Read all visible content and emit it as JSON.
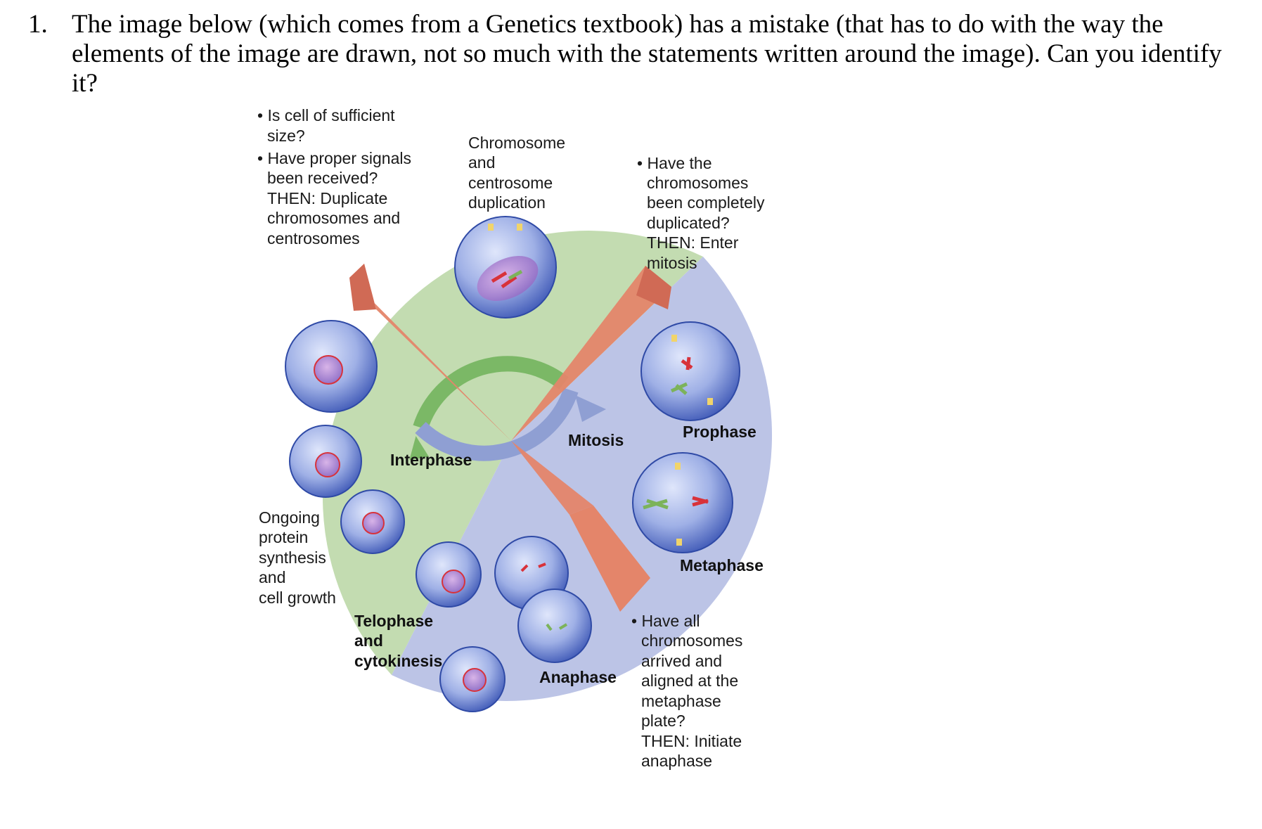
{
  "question": {
    "number": "1.",
    "text": "The image below (which comes from a Genetics textbook) has a mistake (that has to do with the way the elements of the image are drawn, not so much with the statements written around the image). Can you identify it?"
  },
  "figure": {
    "g1_checkpoint": [
      "• Is cell of sufficient",
      "size?",
      "• Have proper signals",
      "been received?",
      "THEN: Duplicate",
      "chromosomes and",
      "centrosomes"
    ],
    "s_phase": [
      "Chromosome",
      "and",
      "centrosome",
      "duplication"
    ],
    "g2_checkpoint": [
      "• Have the",
      "chromosomes",
      "been completely",
      "duplicated?",
      "THEN: Enter",
      "mitosis"
    ],
    "growth": [
      "Ongoing",
      "protein",
      "synthesis",
      "and",
      "cell growth"
    ],
    "metaphase_checkpoint": [
      "• Have all",
      "chromosomes",
      "arrived and",
      "aligned at the",
      "metaphase",
      "plate?",
      "THEN: Initiate",
      "anaphase"
    ],
    "phases": {
      "interphase": "Interphase",
      "mitosis": "Mitosis",
      "prophase": "Prophase",
      "metaphase": "Metaphase",
      "anaphase": "Anaphase",
      "telophase": [
        "Telophase",
        "and",
        "cytokinesis"
      ]
    },
    "colors": {
      "interphase_sector": "#c3dcb1",
      "mitosis_sector": "#bcc4e6",
      "checkpoint_wedge": "#e4856a",
      "interphase_arrow": "#7bb866",
      "mitosis_arrow": "#8f9fd3",
      "cell_fill": "#6b85cf",
      "chromosome_red": "#d8323a",
      "chromosome_green": "#7cb35a"
    }
  }
}
